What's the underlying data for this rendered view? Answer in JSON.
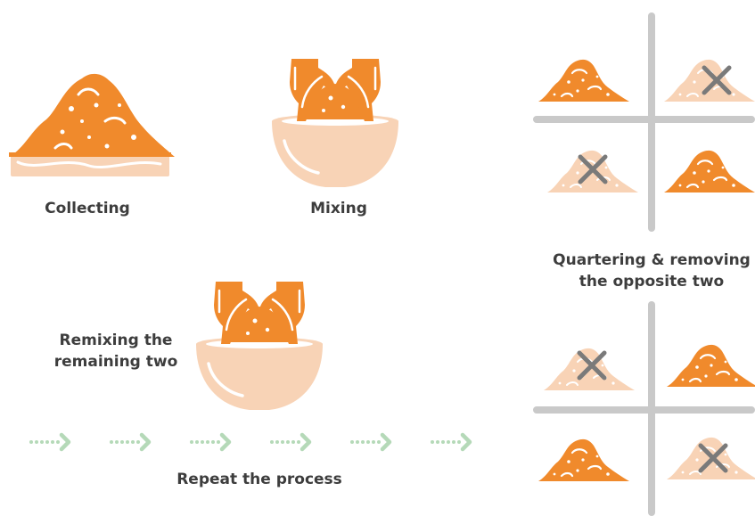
{
  "steps": {
    "collecting": "Collecting",
    "mixing": "Mixing",
    "quartering_line1": "Quartering & removing",
    "quartering_line2": "the opposite two",
    "remixing_line1": "Remixing the",
    "remixing_line2": "remaining two",
    "repeat": "Repeat the process"
  },
  "colors": {
    "pile": "#f08a2c",
    "pile_light": "#f8d3b6",
    "bowl": "#f8d3b6",
    "cross": "#7a7a7a",
    "divider": "#c9c9c9",
    "arrow": "#b5d9b8",
    "text": "#3d3d3d"
  },
  "icons": {
    "collecting": "soil-pile-icon",
    "mixing": "hands-in-bowl-icon",
    "remove": "cross-icon",
    "repeat": "dotted-arrow-icon"
  }
}
